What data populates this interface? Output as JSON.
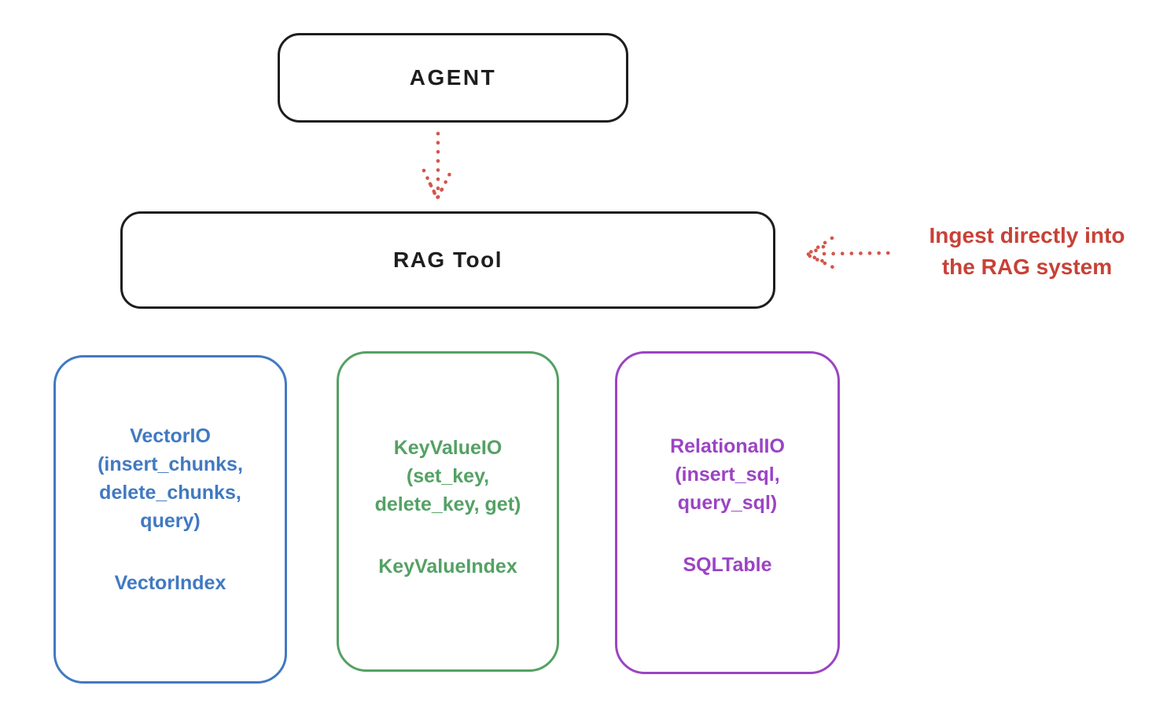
{
  "diagram": {
    "outline_color": "#1e1e1e",
    "arrow_color": "#d5554b",
    "agent": {
      "label": "AGENT"
    },
    "rag_tool": {
      "label": "RAG Tool"
    },
    "annotation": {
      "line1": "Ingest directly into",
      "line2": "the RAG system",
      "color": "#c84137"
    },
    "backends": [
      {
        "id": "vector-io",
        "color": "#4179c2",
        "title_lines": [
          "VectorIO",
          "(insert_chunks,",
          "delete_chunks,",
          "query)"
        ],
        "index_label": "VectorIndex"
      },
      {
        "id": "key-value-io",
        "color": "#54a164",
        "title_lines": [
          "KeyValueIO",
          "(set_key,",
          "delete_key, get)"
        ],
        "index_label": "KeyValueIndex"
      },
      {
        "id": "relational-io",
        "color": "#9b44c4",
        "title_lines": [
          "RelationalIO",
          "(insert_sql,",
          "query_sql)"
        ],
        "index_label": "SQLTable"
      }
    ]
  }
}
